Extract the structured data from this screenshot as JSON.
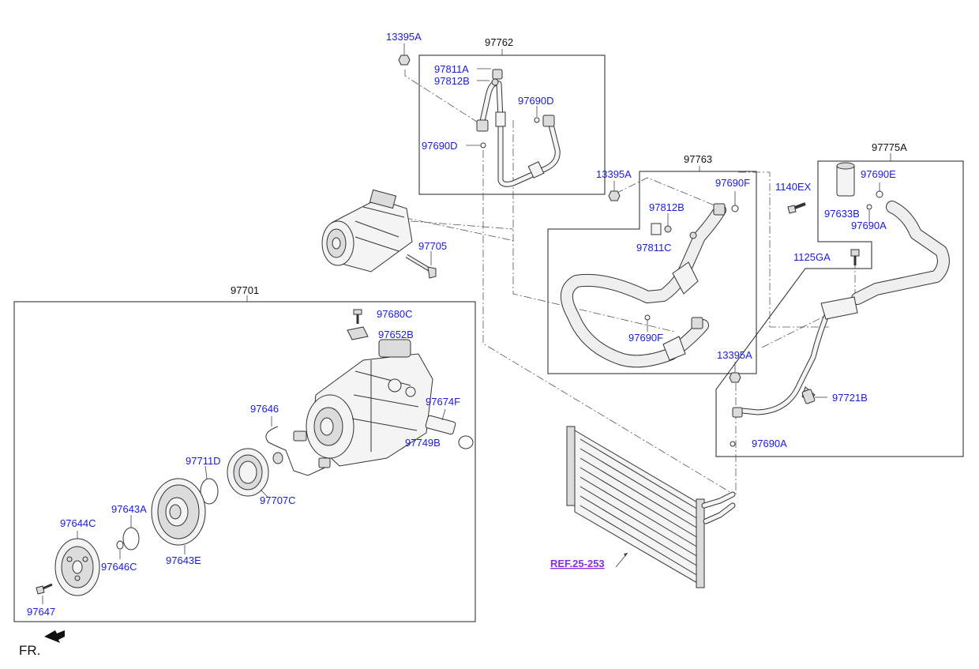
{
  "diagram": {
    "part_labels": {
      "p13395A_top": "13395A",
      "p97762": "97762",
      "p97811A": "97811A",
      "p97812B_top": "97812B",
      "p97690D_right": "97690D",
      "p97690D_left": "97690D",
      "p97705": "97705",
      "p97763": "97763",
      "p13395A_mid": "13395A",
      "p97690F_top": "97690F",
      "p97812B_mid": "97812B",
      "p97811C": "97811C",
      "p97690F_bottom": "97690F",
      "p97775A": "97775A",
      "p1140EX": "1140EX",
      "p97690E": "97690E",
      "p97633B": "97633B",
      "p97690A_top": "97690A",
      "p1125GA": "1125GA",
      "p13395A_right": "13395A",
      "p97721B": "97721B",
      "p97690A_bottom": "97690A",
      "p97701": "97701",
      "p97680C": "97680C",
      "p97652B": "97652B",
      "p97646": "97646",
      "p97674F": "97674F",
      "p97749B": "97749B",
      "p97711D": "97711D",
      "p97707C": "97707C",
      "p97643A": "97643A",
      "p97644C": "97644C",
      "p97646C": "97646C",
      "p97643E": "97643E",
      "p97647": "97647"
    },
    "reference": "REF.25-253",
    "front_marker": "FR.",
    "colors": {
      "label": "#1a1adc",
      "reference": "#8a2be2",
      "line": "#333333"
    }
  }
}
